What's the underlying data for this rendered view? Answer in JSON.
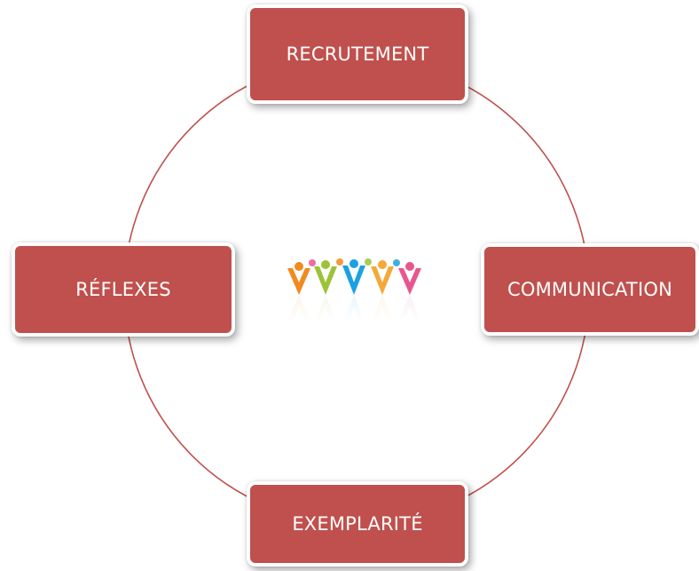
{
  "diagram": {
    "nodes": {
      "top": "RECRUTEMENT",
      "right": "COMMUNICATION",
      "bottom": "EXEMPLARITÉ",
      "left": "RÉFLEXES"
    }
  },
  "colors": {
    "node_fill": "#c0504d",
    "ring_stroke": "#c0504d",
    "logo_figures": [
      "#f18a1f",
      "#9cc338",
      "#1ca1e0",
      "#f3a93a",
      "#e8568f"
    ]
  },
  "logo": {
    "icon": "people-group-logo-icon"
  }
}
